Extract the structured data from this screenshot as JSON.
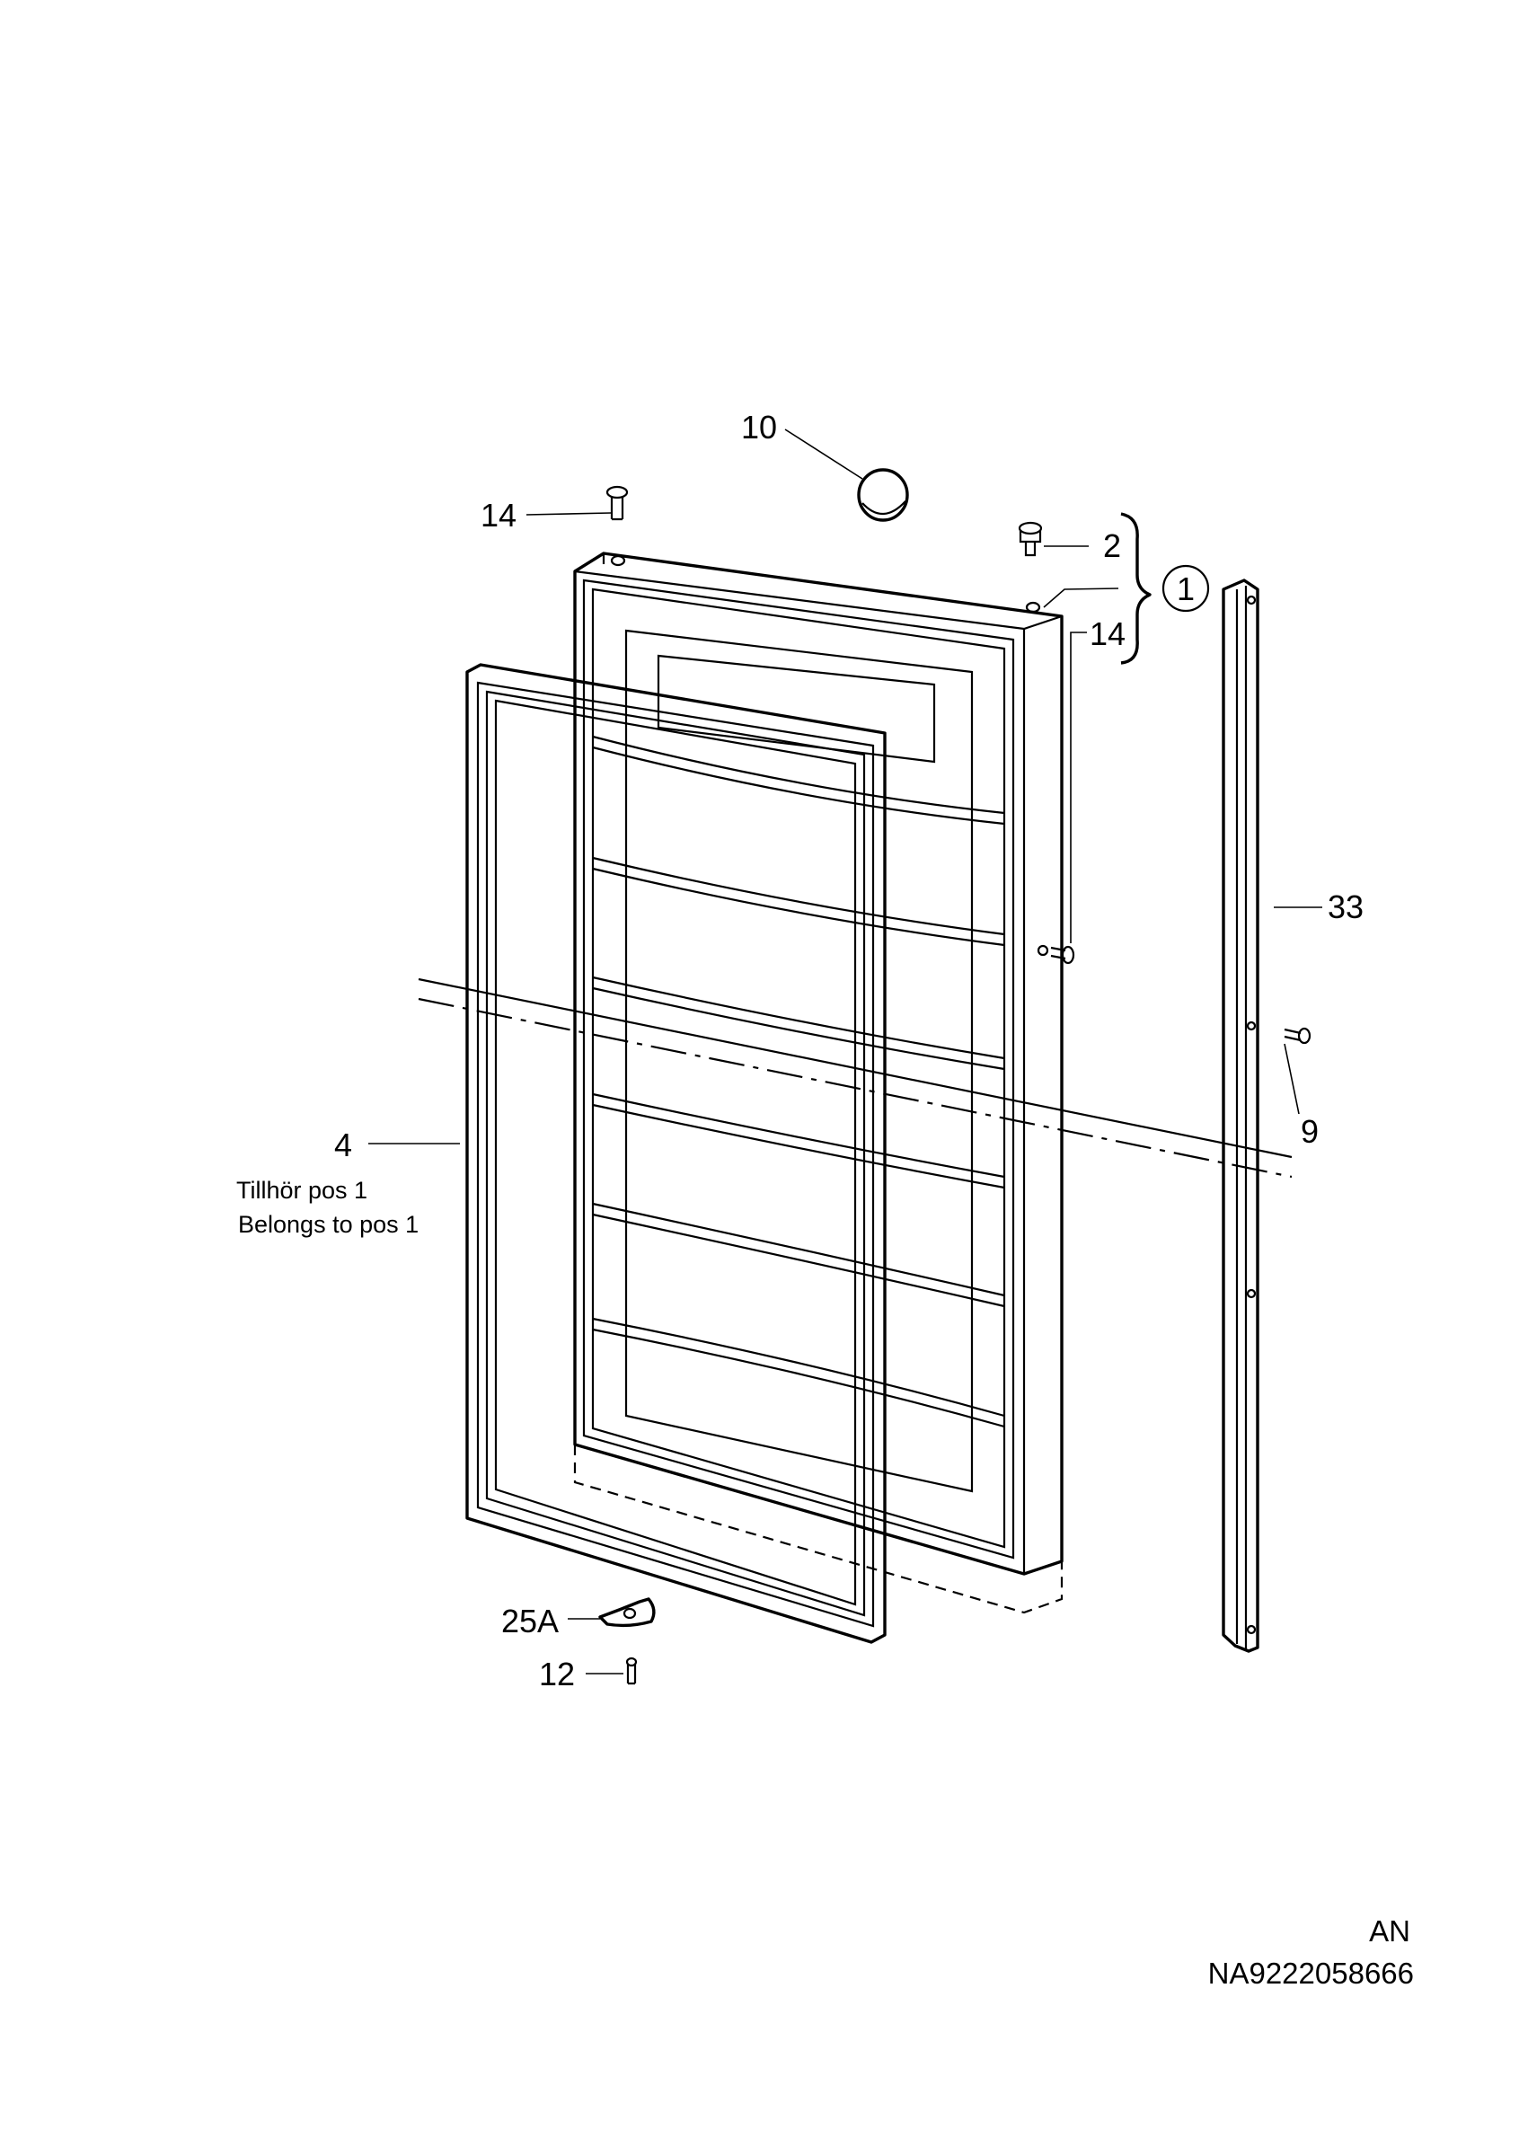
{
  "callouts": {
    "c10": "10",
    "c14_top": "14",
    "c2": "2",
    "c1": "1",
    "c14_right": "14",
    "c33": "33",
    "c9": "9",
    "c4": "4",
    "c25a": "25A",
    "c12": "12"
  },
  "notes": {
    "line1": "Tillhör pos 1",
    "line2": "Belongs to pos 1"
  },
  "reference": {
    "code": "AN",
    "number": "NA9222058666"
  }
}
